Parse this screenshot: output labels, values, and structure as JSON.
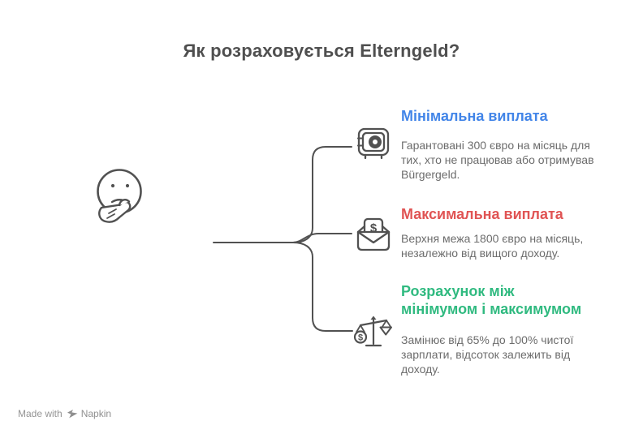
{
  "title": "Як розраховується Elterngeld?",
  "colors": {
    "title_text": "#4f4f4f",
    "body_text": "#6c6c6c",
    "line_and_icons": "#515151",
    "heading_blue": "#4285E8",
    "heading_red": "#E05454",
    "heading_green": "#30BA80",
    "footer_text": "#949494"
  },
  "center_icon": "thinking-face-icon",
  "sections": [
    {
      "heading": "Мінімальна виплата",
      "heading_color": "#4285E8",
      "icon": "safe-icon",
      "body": "Гарантовані 300 євро на місяць для тих, хто не працював або отримував Bürgergeld."
    },
    {
      "heading": "Максимальна виплата",
      "heading_color": "#E05454",
      "icon": "money-envelope-icon",
      "body": "Верхня межа 1800 євро на місяць, незалежно від вищого доходу."
    },
    {
      "heading": "Розрахунок між\nмінімумом і максимумом",
      "heading_color": "#30BA80",
      "icon": "scales-icon",
      "body": "Замінює від 65% до 100% чистої зарплати, відсоток залежить від доходу."
    }
  ],
  "footer": {
    "made_with": "Made with",
    "brand": "Napkin"
  }
}
